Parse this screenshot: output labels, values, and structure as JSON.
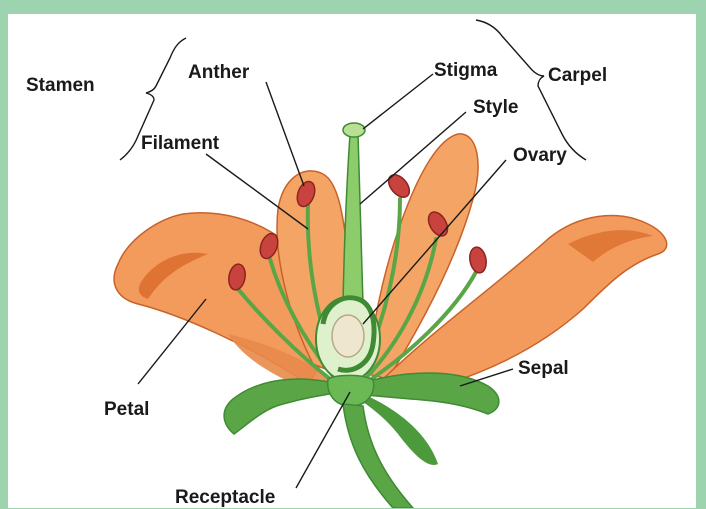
{
  "labels": {
    "stamen": "Stamen",
    "anther": "Anther",
    "filament": "Filament",
    "stigma": "Stigma",
    "style": "Style",
    "carpel": "Carpel",
    "ovary": "Ovary",
    "petal": "Petal",
    "sepal": "Sepal",
    "receptacle": "Receptacle"
  },
  "colors": {
    "frame": "#9ed3b0",
    "petal": "#f29b5c",
    "petal_shadow": "#d9692a",
    "stem": "#5aa647",
    "stem_light": "#8ccc6a",
    "anther": "#c9433e",
    "ovule": "#efe6cf"
  }
}
